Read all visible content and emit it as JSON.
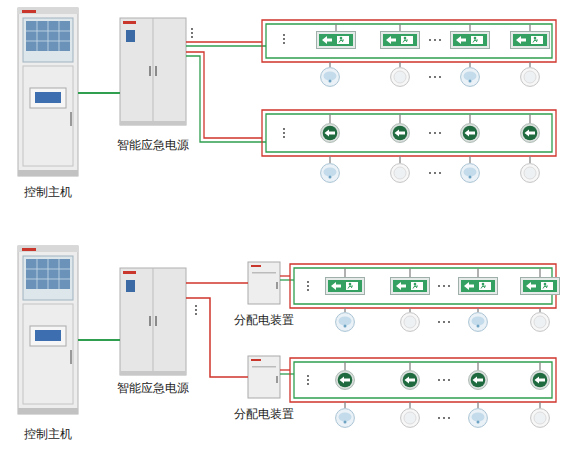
{
  "diagram": {
    "nodes": [
      {
        "text": [
          "控制主机"
        ]
      },
      {
        "text": [
          "智能应急电源"
        ]
      },
      {
        "text": [
          "控制主机"
        ]
      },
      {
        "text": [
          "智能应急电源"
        ]
      },
      {
        "text": [
          "分配电装置"
        ]
      },
      {
        "text": [
          "分配电装置"
        ]
      }
    ],
    "edges": [
      {
        "from": 0,
        "to": 1,
        "arrow": "none"
      },
      {
        "from": 2,
        "to": 3,
        "arrow": "none"
      },
      {
        "from": 3,
        "to": 4,
        "arrow": "none"
      },
      {
        "from": 3,
        "to": 5,
        "arrow": "none"
      }
    ]
  }
}
